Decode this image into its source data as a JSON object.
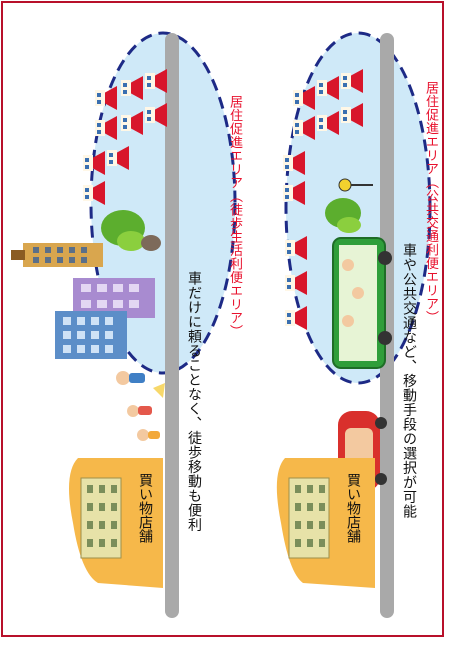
{
  "panels": [
    {
      "caption": "車だけに頼ることなく、徒歩移動も便利",
      "area_label": "居住促進エリア（徒歩生活利便エリア）",
      "shop_label": "買い物店舗"
    },
    {
      "caption": "車や公共交通など、移動手段の選択が可能",
      "area_label": "居住促進エリア（公共交通利便エリア）",
      "shop_label": "買い物店舗"
    }
  ],
  "colors": {
    "border": "#b8102a",
    "area_label": "#e8112d",
    "road": "#a9a9a9",
    "area_fill": "#cfe9f8",
    "area_outline": "#1d2a86",
    "roof": "#d8162b",
    "shop_blob": "#f6b84a",
    "bus": "#2f9e3a",
    "car": "#d9302c",
    "tree": "#5cae2e"
  },
  "icons": [
    "house-icon",
    "apartment-building-icon",
    "office-building-icon",
    "tree-icon",
    "pedestrian-family-icon",
    "bus-icon",
    "car-icon",
    "bus-stop-icon",
    "shop-building-icon"
  ]
}
